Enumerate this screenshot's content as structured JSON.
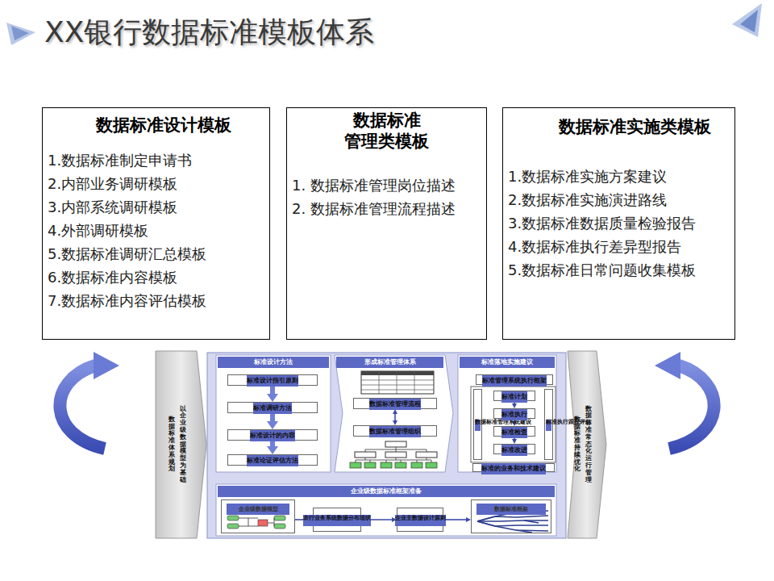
{
  "diagram": {
    "title": "XX银行数据标准模板体系",
    "nodes": [
      {
        "text": [
          "数据标准设计模板",
          "1.数据标准制定申请书",
          "2.内部业务调研模板",
          "3.内部系统调研模板",
          "4.外部调研模板",
          "5.数据标准调研汇总模板",
          "6.数据标准内容模板",
          "7.数据标准内容评估模板"
        ]
      },
      {
        "text": [
          "数据标准 管理类模板",
          "1. 数据标准管理岗位描述",
          "2. 数据标准管理流程描述"
        ]
      },
      {
        "text": [
          "数据标准实施类模板",
          "1.数据标准实施方案建议",
          "2.数据标准实施演进路线",
          "3.数据标准数据质量检验报告",
          "4.数据标准执行差异型报告",
          "5.数据标准日常问题收集模板"
        ]
      },
      {
        "text": [
          "数据标准体系规划",
          "以企业级数据模型为基础"
        ]
      },
      {
        "text": [
          "标准设计方法"
        ]
      },
      {
        "text": [
          "标准设计指引原则"
        ],
        "in": 4
      },
      {
        "text": [
          "标准调研方法"
        ],
        "in": 4
      },
      {
        "text": [
          "标准设计的内容"
        ],
        "in": 4
      },
      {
        "text": [
          "标准论证评估方法"
        ],
        "in": 4
      },
      {
        "text": [
          "形成标准管理体系"
        ]
      },
      {
        "text": [
          "数据标准管理流程"
        ],
        "in": 9
      },
      {
        "text": [
          "数据标准管理组织"
        ],
        "in": 9
      },
      {
        "text": [
          "标准落地实施建议"
        ]
      },
      {
        "text": [
          "标准管理系统执行框架"
        ],
        "in": 12
      },
      {
        "text": [
          "数据标准管理系统建设"
        ],
        "in": 12
      },
      {
        "text": [
          "标准计划"
        ],
        "in": 12
      },
      {
        "text": [
          "标准执行"
        ],
        "in": 12
      },
      {
        "text": [
          "标准检查"
        ],
        "in": 12
      },
      {
        "text": [
          "标准改进"
        ],
        "in": 12
      },
      {
        "text": [
          "标准执行跟踪评估"
        ],
        "in": 12
      },
      {
        "text": [
          "标准的业务和技术建议"
        ],
        "in": 12
      },
      {
        "text": [
          "企业级数据标准框架准备"
        ]
      },
      {
        "text": [
          "企业级数据模型"
        ],
        "in": 21
      },
      {
        "text": [
          "农行业务系统数据分布现状"
        ],
        "in": 21
      },
      {
        "text": [
          "企业主数据设计原则"
        ],
        "in": 21
      },
      {
        "text": [
          "数据标准框架"
        ],
        "in": 21
      },
      {
        "text": [
          "数据标准持续优化",
          "数据标准常态化运行管理"
        ]
      }
    ],
    "edges": [
      {
        "from": 5,
        "to": 6,
        "arrow": "to"
      },
      {
        "from": 6,
        "to": 7,
        "arrow": "to"
      },
      {
        "from": 7,
        "to": 8,
        "arrow": "to"
      },
      {
        "from": 10,
        "to": 11,
        "arrow": "both"
      },
      {
        "from": 15,
        "to": 16,
        "arrow": "to"
      },
      {
        "from": 16,
        "to": 17,
        "arrow": "to"
      },
      {
        "from": 17,
        "to": 18,
        "arrow": "to"
      },
      {
        "from": 22,
        "to": 23,
        "arrow": "to"
      },
      {
        "from": 23,
        "to": 24,
        "arrow": "to"
      },
      {
        "from": 24,
        "to": 25,
        "arrow": "to"
      }
    ]
  }
}
